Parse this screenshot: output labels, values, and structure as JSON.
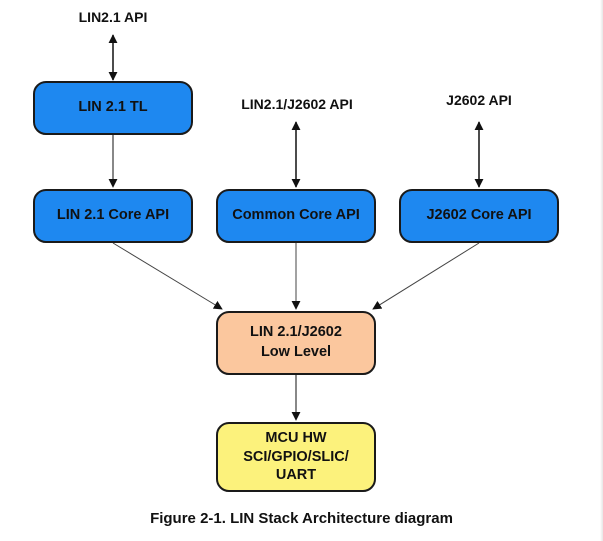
{
  "api_labels": {
    "lin21": "LIN2.1 API",
    "common": "LIN2.1/J2602 API",
    "j2602": "J2602 API"
  },
  "boxes": {
    "lin21_tl": "LIN 2.1 TL",
    "lin21_core": "LIN 2.1 Core API",
    "common_core": "Common Core API",
    "j2602_core": "J2602 Core API",
    "low_level_line1": "LIN 2.1/J2602",
    "low_level_line2": "Low Level",
    "mcu_line1": "MCU HW",
    "mcu_line2": "SCI/GPIO/SLIC/",
    "mcu_line3": "UART"
  },
  "caption": "Figure 2-1. LIN Stack Architecture diagram",
  "colors": {
    "blue_box": "#1e88f0",
    "low_level_box": "#fbc79e",
    "mcu_box": "#fcf27c",
    "border": "#1a1a1a"
  }
}
